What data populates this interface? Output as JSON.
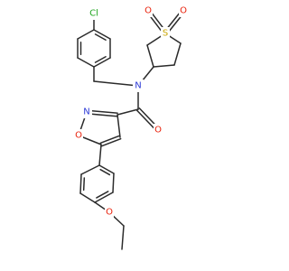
{
  "molecule": {
    "atom_labels": {
      "chlorine": "Cl",
      "sulfur": "S",
      "sulfonyl_oxygen_1": "O",
      "sulfonyl_oxygen_2": "O",
      "amide_nitrogen": "N",
      "carbonyl_oxygen": "O",
      "isoxazole_nitrogen": "N",
      "isoxazole_oxygen": "O",
      "ether_oxygen": "O"
    },
    "colors": {
      "bond": "#2b2b2b",
      "Cl": "#1fa51f",
      "S": "#c8a400",
      "O": "#e8210b",
      "N": "#2b39d6"
    }
  }
}
